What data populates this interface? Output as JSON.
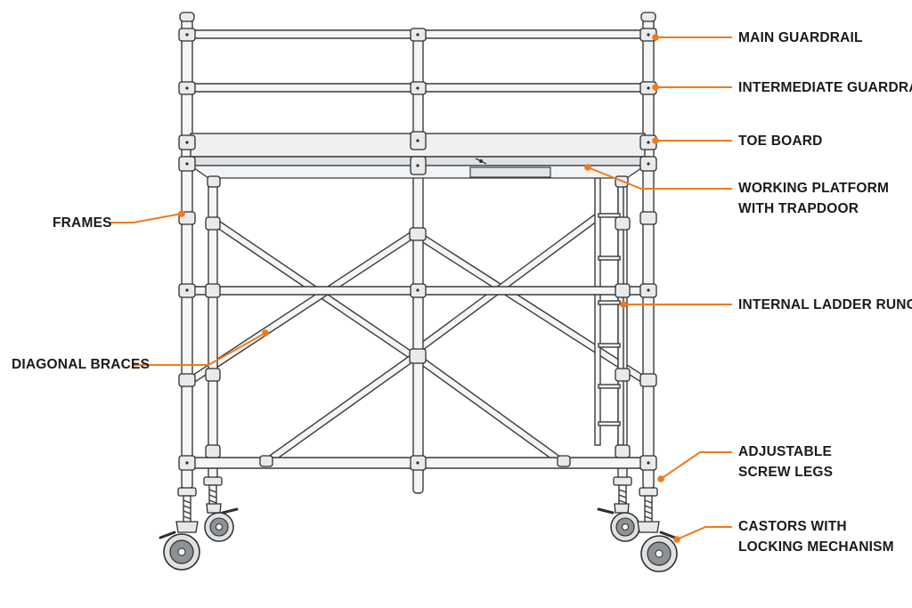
{
  "accent_color": "#f07a1a",
  "labels": {
    "main_guardrail": "MAIN GUARDRAIL",
    "intermediate_guardrail": "INTERMEDIATE GUARDRAIL",
    "toe_board": "TOE BOARD",
    "working_platform": [
      "WORKING PLATFORM",
      "WITH TRAPDOOR"
    ],
    "frames": "FRAMES",
    "internal_ladder_rungs": "INTERNAL LADDER RUNGS",
    "diagonal_braces": "DIAGONAL BRACES",
    "adjustable_screw_legs": [
      "ADJUSTABLE",
      "SCREW LEGS"
    ],
    "castors": [
      "CASTORS WITH",
      "LOCKING MECHANISM"
    ]
  },
  "icons": {
    "structure": "mobile-scaffold-tower-icon",
    "castor": "castor-wheel-icon"
  }
}
